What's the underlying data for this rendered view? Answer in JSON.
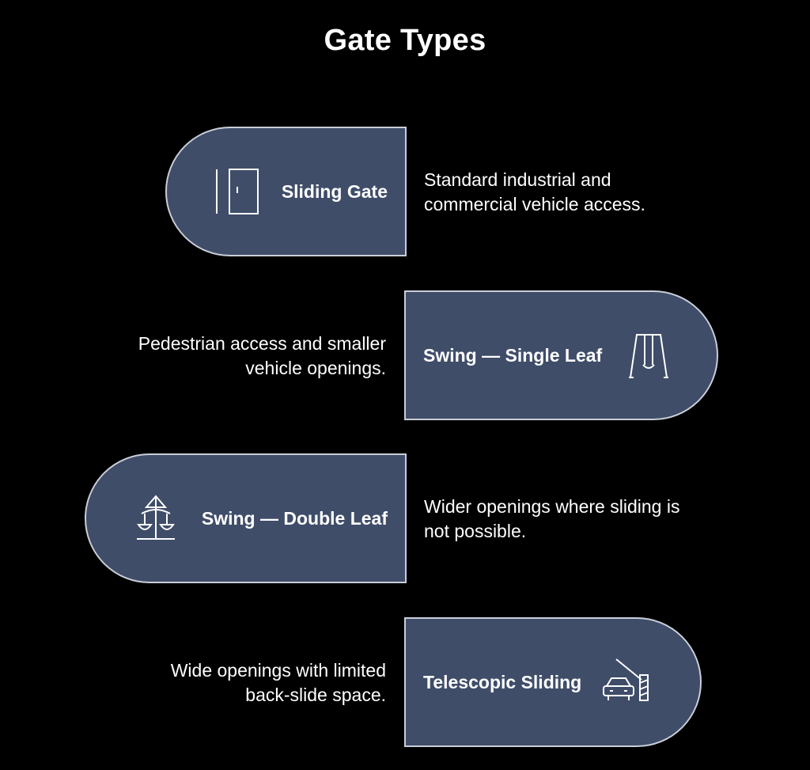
{
  "title": "Gate Types",
  "items": [
    {
      "label": "Sliding Gate",
      "icon": "sliding-door-icon",
      "description": [
        "Standard industrial and",
        "commercial vehicle access."
      ]
    },
    {
      "label": "Swing — Single Leaf",
      "icon": "swing-icon",
      "description": [
        "Pedestrian access and smaller",
        "vehicle openings."
      ]
    },
    {
      "label": "Swing — Double Leaf",
      "icon": "carousel-icon",
      "description": [
        "Wider openings where sliding is",
        "not possible."
      ]
    },
    {
      "label": "Telescopic Sliding",
      "icon": "car-barrier-icon",
      "description": [
        "Wide openings with limited",
        "back-slide space."
      ]
    }
  ],
  "colors": {
    "background": "#000000",
    "pill_fill": "#3f4d69",
    "pill_border": "#c9ced8",
    "text": "#ffffff"
  }
}
